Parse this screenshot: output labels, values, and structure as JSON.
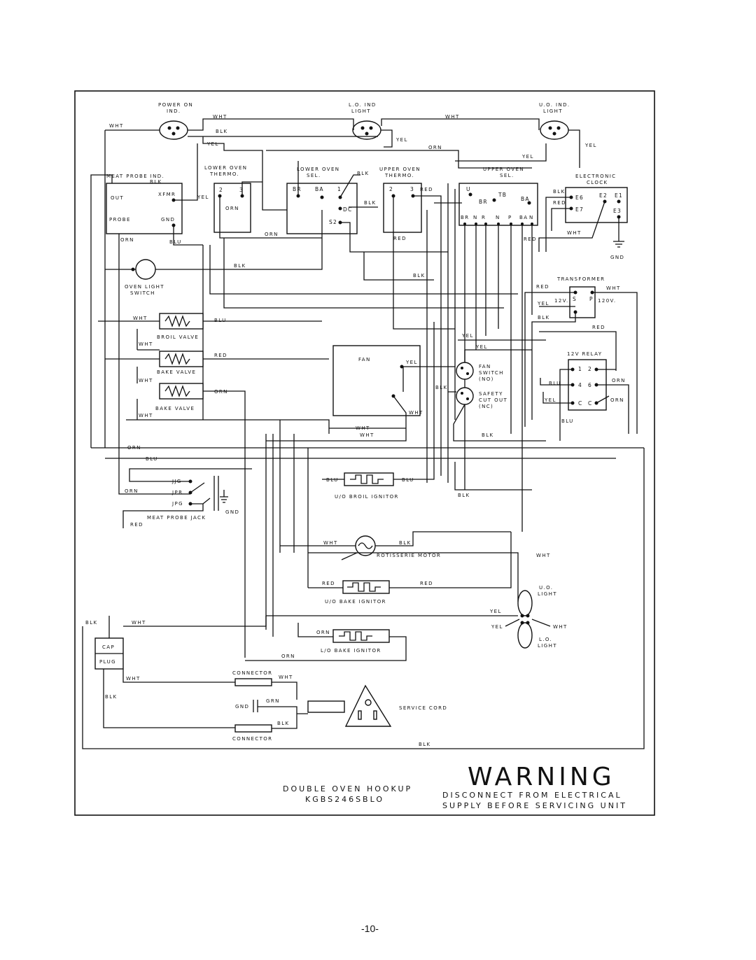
{
  "title_block": {
    "line1": "DOUBLE OVEN HOOKUP",
    "line2": "KGBS246SBLO"
  },
  "warning": {
    "heading": "WARNING",
    "line1": "DISCONNECT FROM ELECTRICAL",
    "line2": "SUPPLY BEFORE SERVICING UNIT"
  },
  "page_number": "-10-",
  "components": {
    "power_on_ind": [
      "POWER ON",
      "IND."
    ],
    "lo_ind": [
      "L.O. IND",
      "LIGHT"
    ],
    "uo_ind": [
      "U.O. IND.",
      "LIGHT"
    ],
    "meat_probe_ind": "MEAT PROBE IND.",
    "mp_out": "OUT",
    "mp_xfmr": "XFMR",
    "mp_probe": "PROBE",
    "mp_gnd": "GND",
    "lower_oven_thermo": [
      "LOWER OVEN",
      "THERMO."
    ],
    "lower_oven_sel": [
      "LOWER OVEN",
      "SEL."
    ],
    "upper_oven_thermo": [
      "UPPER OVEN",
      "THERMO."
    ],
    "upper_oven_sel": [
      "UPPER OVEN",
      "SEL."
    ],
    "electronic_clock": [
      "ELECTRONIC",
      "CLOCK"
    ],
    "oven_light_switch": [
      "OVEN LIGHT",
      "SWITCH"
    ],
    "broil_valve": "BROIL VALVE",
    "bake_valve_1": "BAKE VALVE",
    "bake_valve_2": "BAKE VALVE",
    "fan": "FAN",
    "fan_switch": [
      "FAN",
      "SWITCH",
      "(NO)"
    ],
    "safety_cutout": [
      "SAFETY",
      "CUT OUT",
      "(NC)"
    ],
    "transformer": "TRANSFORMER",
    "xf_12v": "12V.",
    "xf_120v": "120V.",
    "relay": "12V RELAY",
    "uo_broil_ignitor": "U/O BROIL IGNITOR",
    "rotisserie_motor": "ROTISSERIE MOTOR",
    "uo_bake_ignitor": "U/O BAKE IGNITOR",
    "lo_bake_ignitor": "L/O BAKE IGNITOR",
    "uo_light": [
      "U.O.",
      "LIGHT"
    ],
    "lo_light": [
      "L.O.",
      "LIGHT"
    ],
    "meat_probe_jack": "MEAT PROBE JACK",
    "jack_pins": [
      "JJG",
      "JPR",
      "JPG"
    ],
    "cap": "CAP",
    "plug": "PLUG",
    "connector_top": "CONNECTOR",
    "connector_bottom": "CONNECTOR",
    "service_cord": "SERVICE CORD",
    "gnd": "GND"
  },
  "wire_colors": {
    "wht": "WHT",
    "blk": "BLK",
    "yel": "YEL",
    "orn": "ORN",
    "red": "RED",
    "blu": "BLU",
    "grn": "GRN"
  },
  "terminals": {
    "lo_thermo": [
      "2",
      "3"
    ],
    "lo_sel": [
      "BR",
      "BA",
      "1",
      "DC",
      "S2"
    ],
    "uo_thermo": [
      "2",
      "3"
    ],
    "uo_sel": [
      "U",
      "TB",
      "BA",
      "BR",
      "BR",
      "N",
      "R",
      "N",
      "P",
      "BA",
      "N"
    ],
    "clock": [
      "E6",
      "E7",
      "E2",
      "E1",
      "E3"
    ],
    "transformer": [
      "S",
      "P"
    ],
    "relay": [
      "1",
      "2",
      "4",
      "6",
      "C",
      "C"
    ]
  }
}
